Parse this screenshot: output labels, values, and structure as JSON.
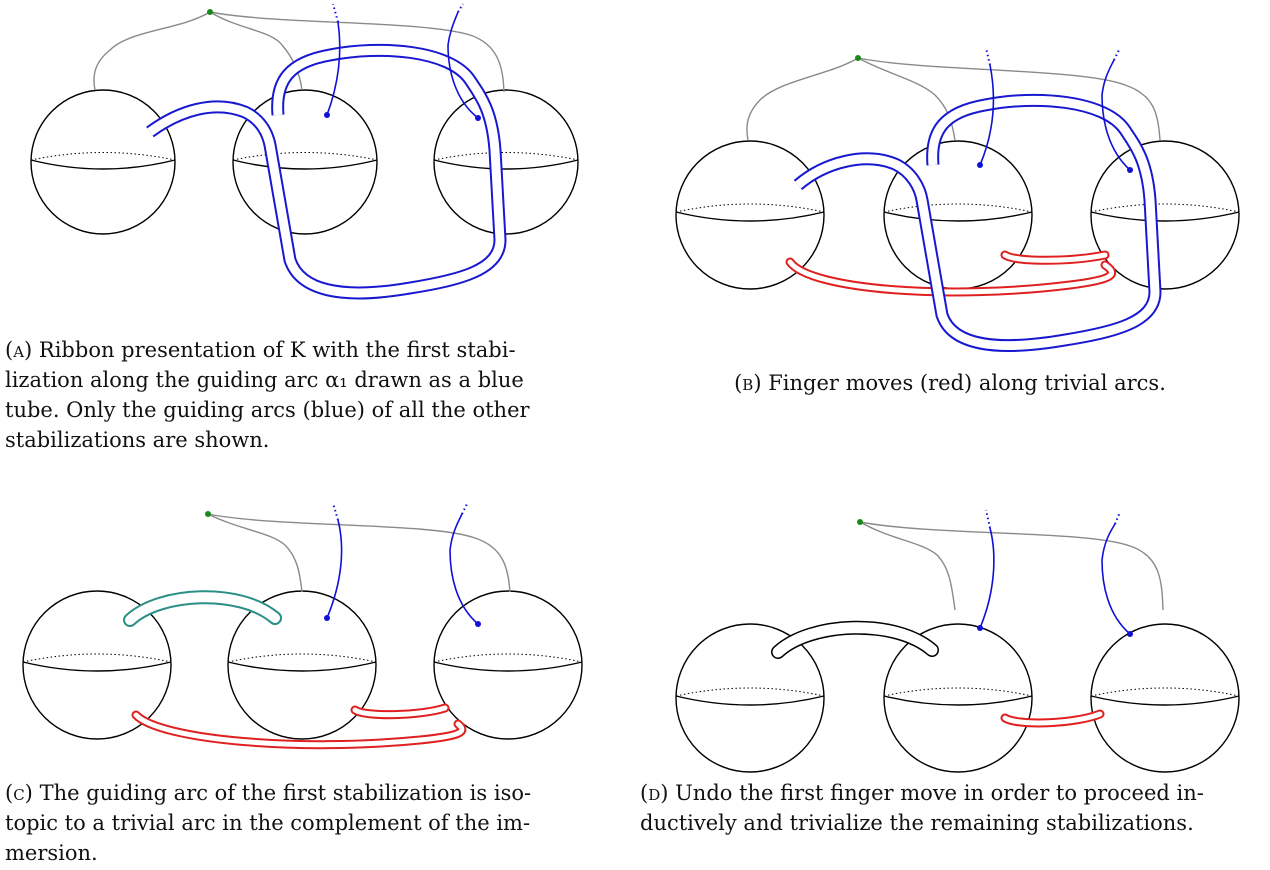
{
  "captions": {
    "a": {
      "label": "(a)",
      "lines": [
        "Ribbon presentation of K with the first stabi-",
        "lization along the guiding arc α₁ drawn as a blue",
        "tube. Only the guiding arcs (blue) of all the other",
        "stabilizations are shown."
      ]
    },
    "b": {
      "label": "(b)",
      "lines": [
        "Finger moves (red) along trivial arcs."
      ]
    },
    "c": {
      "label": "(c)",
      "lines": [
        "The guiding arc of the first stabilization is iso-",
        "topic to a trivial arc in the complement of the im-",
        "mersion."
      ]
    },
    "d": {
      "label": "(d)",
      "lines": [
        "Undo the first finger move in order to proceed in-",
        "ductively and trivialize the remaining stabilizations."
      ]
    }
  },
  "colors": {
    "sphere": "#000000",
    "guiding_arc": "#1010d8",
    "finger_move": "#e02020",
    "trivial_tube": "#2a8f86",
    "basepoint": "#1a8a1a",
    "band": "#8a8a8a"
  }
}
